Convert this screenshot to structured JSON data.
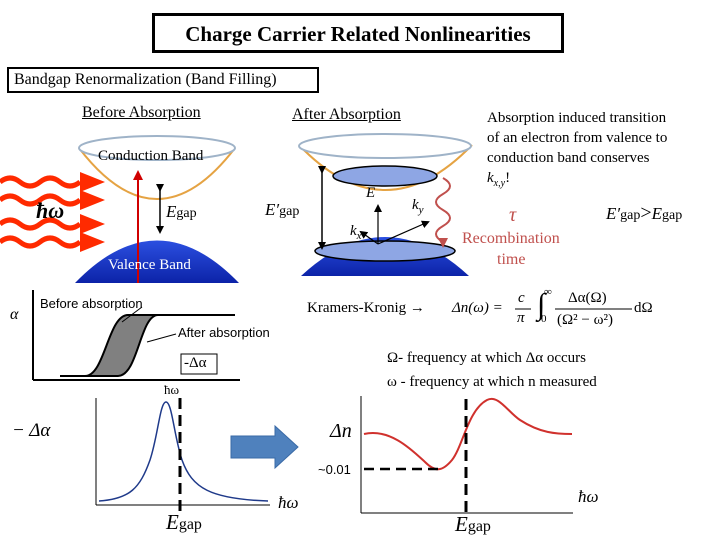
{
  "title": "Charge Carrier Related Nonlinearities",
  "section": "Bandgap Renormalization (Band Filling)",
  "before": {
    "heading": "Before Absorption",
    "conduction_band": "Conduction Band",
    "valence_band": "Valence Band",
    "photon": "ħω",
    "egap_E": "E",
    "egap_sub": "gap"
  },
  "after": {
    "heading": "After Absorption",
    "egap_E": "E′",
    "egap_sub": "gap",
    "E": "E",
    "ky_k": "k",
    "ky_sub": "y",
    "kx_k": "k",
    "kx_sub": "x",
    "tau": "τ",
    "recomb_line1": "Recombination",
    "recomb_line2": "time"
  },
  "explanation": {
    "line1": "Absorption induced transition",
    "line2": "of an electron from valence to",
    "line3": "conduction band conserves",
    "k": "k",
    "k_sub": "x,y",
    "k_end": "!"
  },
  "comparison": {
    "lhs_E": "E′",
    "lhs_sub": "gap",
    "op": ">",
    "rhs_E": "E",
    "rhs_sub": "gap"
  },
  "absorption_plot": {
    "ylabel": "α",
    "before_label": "Before absorption",
    "after_label": "After absorption",
    "delta_label": "-Δα",
    "hw_label": "ħω"
  },
  "kramers": {
    "label": "Kramers-Kronig →",
    "lhs": "Δn(ω) =",
    "c": "c",
    "pi": "π",
    "inf": "∞",
    "zero": "0",
    "numerator": "Δα(Ω)",
    "denominator": "(Ω² − ω²)",
    "dOmega": "dΩ"
  },
  "definitions": {
    "omega_cap": "Ω- frequency at which Δα occurs",
    "omega": "ω - frequency at which n measured"
  },
  "lower_left": {
    "ylabel": "− Δα",
    "xlabel": "ħω",
    "egap_E": "E",
    "egap_sub": "gap"
  },
  "lower_right": {
    "ylabel": "Δn",
    "value_label": "~0.01",
    "xlabel": "ħω",
    "egap_E": "E",
    "egap_sub": "gap"
  },
  "colors": {
    "valence": "#1435c8",
    "ellipse_fill": "#8ea6e4",
    "photon": "#ff2a00",
    "transition_arrow": "#d00000",
    "recombination": "#c0504d",
    "curve_red": "#d0312d",
    "curve_blue": "#1f3a8a",
    "arrow_blue": "#4f81bd"
  }
}
